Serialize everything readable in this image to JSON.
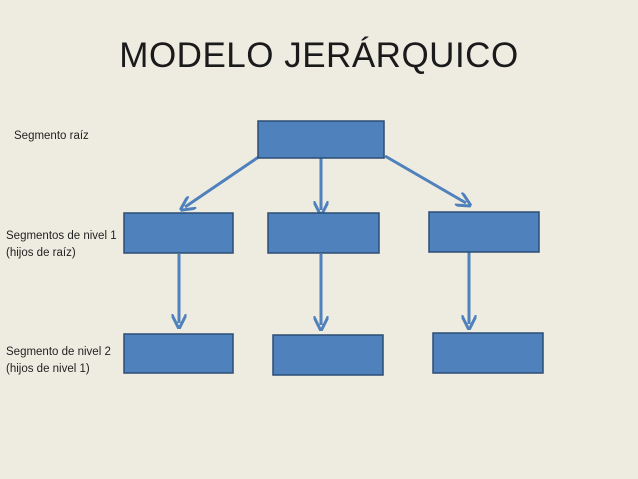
{
  "title": "MODELO JERÁRQUICO",
  "labels": {
    "root": "Segmento raíz",
    "level1_line1": "Segmentos de nivel 1",
    "level1_line2": "(hijos de raíz)",
    "level2_line1": "Segmento de nivel 2",
    "level2_line2": "(hijos de nivel 1)"
  },
  "colors": {
    "background": "#eeece1",
    "box_fill": "#4f81bd",
    "box_stroke": "#2c4d75",
    "arrow": "#4f81bd"
  }
}
